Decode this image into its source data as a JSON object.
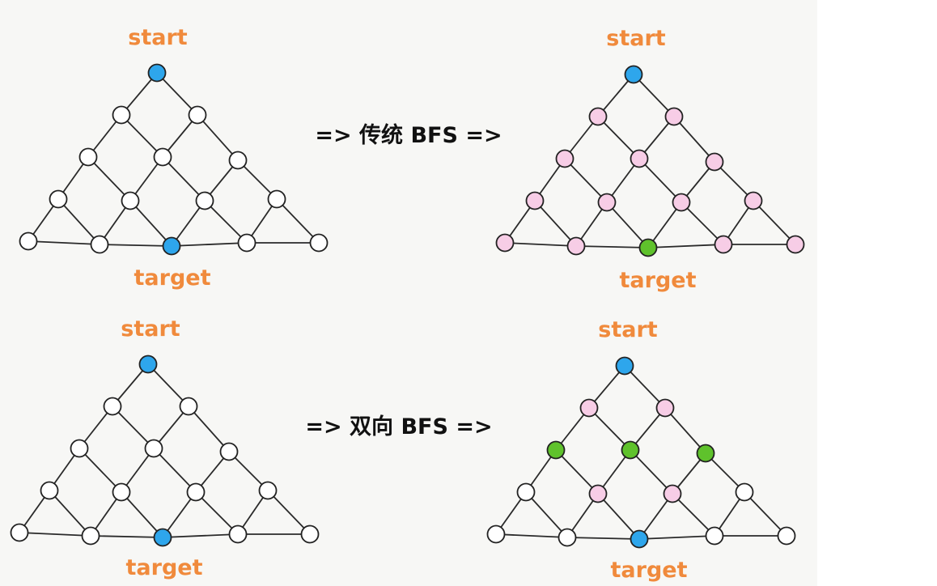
{
  "labels": {
    "start": "start",
    "target": "target"
  },
  "captions": {
    "top": "=> 传统 BFS =>",
    "bottom": "=> 双向 BFS =>"
  },
  "colors": {
    "label": "#f08a3c",
    "caption": "#111111",
    "edge": "#2a2a2a",
    "node_white": "#ffffff",
    "node_blue": "#2ea6ec",
    "node_pink": "#f7cde6",
    "node_green": "#5fc22c",
    "node_stroke": "#222222"
  },
  "diagrams": [
    {
      "id": "classic-before",
      "node_colors": [
        "blue",
        "white",
        "white",
        "white",
        "white",
        "white",
        "white",
        "white",
        "white",
        "white",
        "white",
        "white",
        "blue",
        "white",
        "white"
      ]
    },
    {
      "id": "classic-after",
      "node_colors": [
        "blue",
        "pink",
        "pink",
        "pink",
        "pink",
        "pink",
        "pink",
        "pink",
        "pink",
        "pink",
        "pink",
        "pink",
        "green",
        "pink",
        "pink"
      ]
    },
    {
      "id": "bidirectional-before",
      "node_colors": [
        "blue",
        "white",
        "white",
        "white",
        "white",
        "white",
        "white",
        "white",
        "white",
        "white",
        "white",
        "white",
        "blue",
        "white",
        "white"
      ]
    },
    {
      "id": "bidirectional-after",
      "node_colors": [
        "blue",
        "pink",
        "pink",
        "green",
        "green",
        "green",
        "white",
        "pink",
        "pink",
        "white",
        "white",
        "white",
        "blue",
        "white",
        "white"
      ]
    }
  ]
}
